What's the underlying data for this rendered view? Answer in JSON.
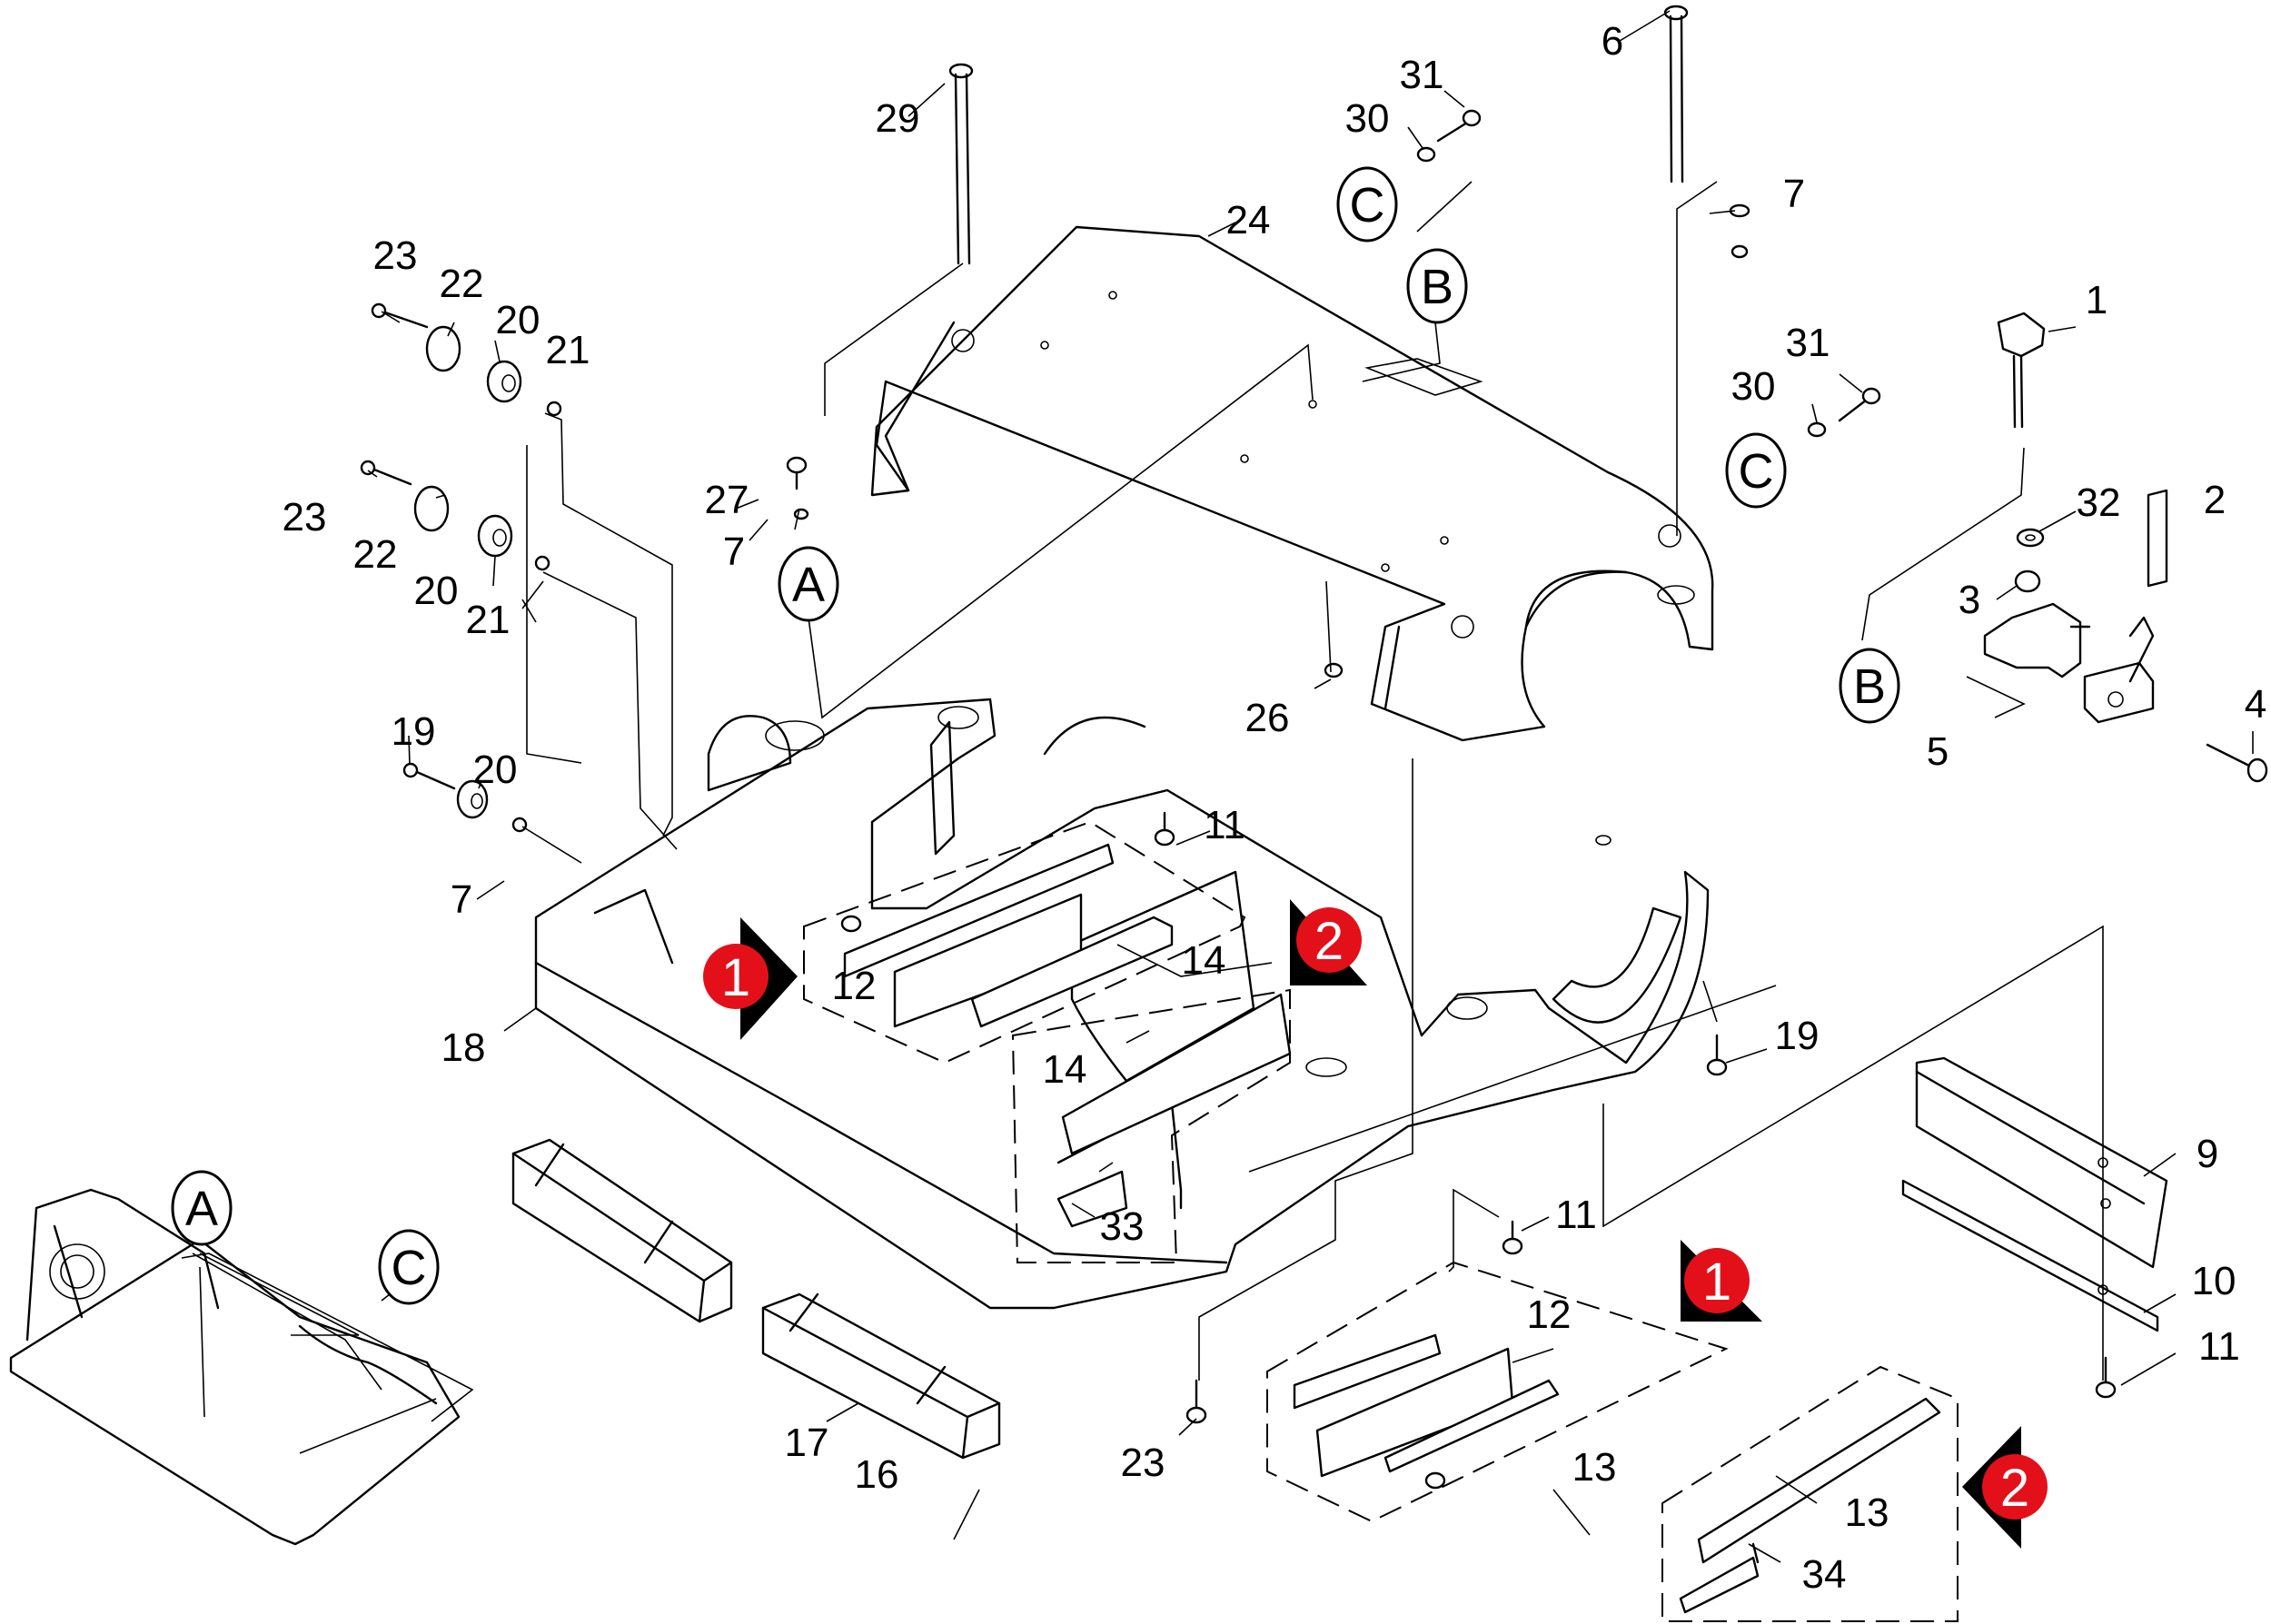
{
  "callouts": {
    "c1": "1",
    "c2": "2",
    "c3": "3",
    "c4": "4",
    "c5": "5",
    "c6": "6",
    "c7": "7",
    "c9": "9",
    "c10": "10",
    "c11": "11",
    "c12": "12",
    "c13": "13",
    "c14": "14",
    "c16": "16",
    "c17": "17",
    "c18": "18",
    "c19": "19",
    "c20": "20",
    "c21": "21",
    "c22": "22",
    "c23": "23",
    "c24": "24",
    "c26": "26",
    "c27": "27",
    "c29": "29",
    "c30": "30",
    "c31": "31",
    "c32": "32",
    "c33": "33",
    "c34": "34"
  },
  "reference_labels": {
    "a": "A",
    "b": "B",
    "c": "C"
  },
  "variant_markers": {
    "one": "1",
    "two": "2"
  },
  "colors": {
    "marker": "#e3101a",
    "line": "#000000",
    "background": "#ffffff"
  }
}
